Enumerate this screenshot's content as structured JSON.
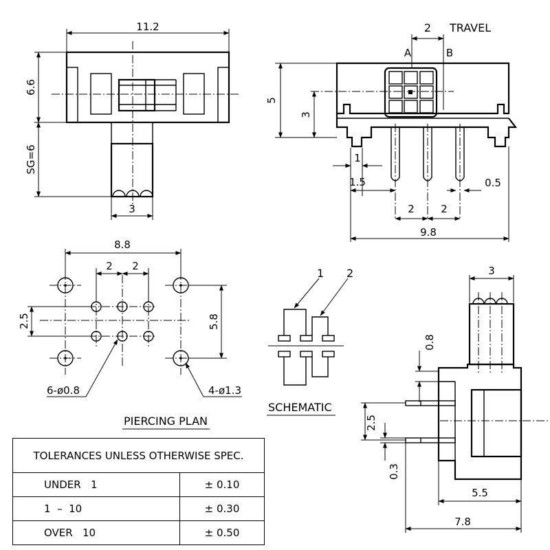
{
  "top_view": {
    "width": "11.2",
    "height": "6.6",
    "handle": "SG=6",
    "pitch": "3"
  },
  "side_view": {
    "travel_value": "2",
    "travel_label": "TRAVEL",
    "pos_a": "A",
    "pos_b": "B",
    "height": "5",
    "height2": "3",
    "pin_w": "1",
    "pin_off": "1.5",
    "pin_t": "0.5",
    "pitch1": "2",
    "pitch2": "2",
    "width": "9.8"
  },
  "piercing_plan": {
    "title": "PIERCING PLAN",
    "width": "8.8",
    "pitch1": "2",
    "pitch2": "2",
    "row_gap": "2.5",
    "height": "5.8",
    "small_holes": "6-ø0.8",
    "large_holes": "4-ø1.3"
  },
  "schematic": {
    "title": "SCHEMATIC",
    "label1": "1",
    "label2": "2"
  },
  "end_view": {
    "width": "3",
    "d1": "0.8",
    "d2": "2.5",
    "d3": "0.3",
    "d4": "5.5",
    "d5": "7.8"
  },
  "tolerances": {
    "header": "TOLERANCES UNLESS OTHERWISE SPEC.",
    "rows": [
      {
        "range": "UNDER   1",
        "tol": "± 0.10"
      },
      {
        "range": "1  –  10",
        "tol": "± 0.30"
      },
      {
        "range": "OVER   10",
        "tol": "± 0.50"
      }
    ]
  }
}
